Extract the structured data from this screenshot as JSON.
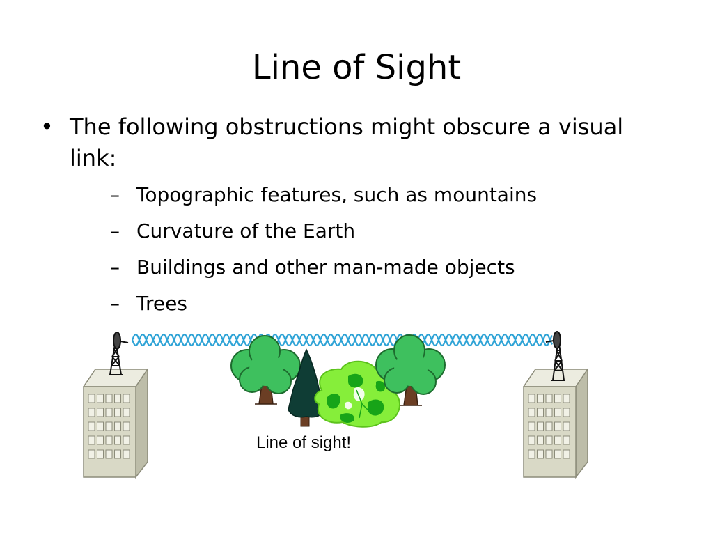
{
  "slide": {
    "title": "Line of Sight",
    "bullet": "The following obstructions might obscure a visual link:",
    "sub_items": [
      "Topographic features, such as mountains",
      "Curvature of the Earth",
      "Buildings and other man-made objects",
      "Trees"
    ]
  },
  "diagram": {
    "caption": "Line of sight!",
    "colors": {
      "signal": "#2ea3d6",
      "tree_crown": "#3ec05e",
      "trunk": "#6b3e24",
      "pine": "#0f3d35",
      "bush_light": "#86ee3a",
      "bush_dark": "#17a418",
      "building": "#d9d9c6",
      "building_edge": "#8c8c7a"
    },
    "icons": [
      "antenna-icon",
      "building-icon",
      "tree-icon",
      "pine-tree-icon",
      "bush-icon"
    ]
  }
}
